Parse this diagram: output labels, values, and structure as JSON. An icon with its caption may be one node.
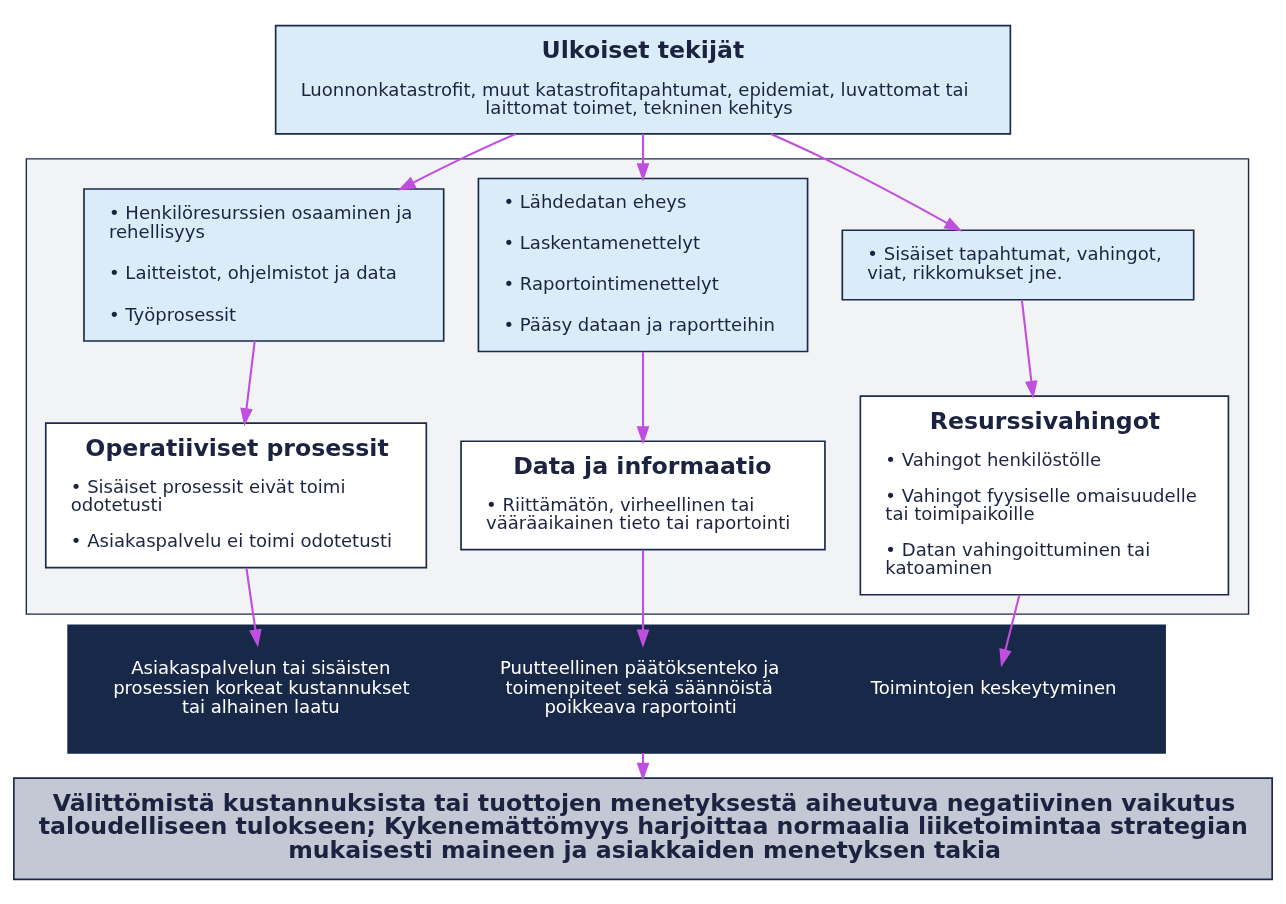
{
  "diagram": {
    "nodes": [
      {
        "text": [
          "Ulkoiset tekijät",
          "Luonnonkatastrofit, muut katastrofitapahtumat, epidemiat, luvattomat tai laittomat toimet, tekninen kehitys"
        ]
      },
      {
        "text": [],
        "shape": "box"
      },
      {
        "text": [
          "• Henkilöresurssien osaaminen ja rehellisyys",
          "• Laitteistot, ohjelmistot ja data",
          "• Työprosessit"
        ],
        "in": 1
      },
      {
        "text": [
          "Operatiiviset prosessit",
          "• Sisäiset prosessit eivät toimi odotetusti",
          "• Asiakaspalvelu ei toimi odotetusti"
        ],
        "in": 1
      },
      {
        "text": [
          "• Lähdedatan eheys",
          "• Laskentamenettelyt",
          "• Raportointimenettelyt",
          "• Pääsy dataan ja raportteihin"
        ],
        "in": 1
      },
      {
        "text": [
          "Data ja informaatio",
          "• Riittämätön, virheellinen tai vääräaikainen tieto tai raportointi"
        ],
        "in": 1
      },
      {
        "text": [
          "• Sisäiset tapahtumat, vahingot, viat, rikkomukset jne."
        ],
        "in": 1
      },
      {
        "text": [
          "Resurssivahingot",
          "• Vahingot henkilöstölle",
          "• Vahingot fyysiselle omaisuudelle tai toimipaikoille",
          "• Datan vahingoittuminen tai katoaminen"
        ],
        "in": 1
      },
      {
        "text": [],
        "shape": "bar"
      },
      {
        "text": [
          "Asiakaspalvelun tai sisäisten prosessien korkeat kustannukset tai alhainen laatu"
        ],
        "in": 8
      },
      {
        "text": [
          "Puutteellinen päätöksenteko ja toimenpiteet sekä säännöistä poikkeava raportointi"
        ],
        "in": 8
      },
      {
        "text": [
          "Toimintojen keskeytyminen"
        ],
        "in": 8
      },
      {
        "text": [
          "Välittömistä kustannuksista tai tuottojen menetyksestä aiheutuva negatiivinen vaikutus taloudelliseen tulokseen; Kykenemättömyys harjoittaa normaalia liiketoimintaa strategian mukaisesti maineen ja asiakkaiden menetyksen takia"
        ]
      }
    ],
    "edges": [
      {
        "from": 0,
        "to": 2,
        "arrow": "to"
      },
      {
        "from": 0,
        "to": 4,
        "arrow": "to"
      },
      {
        "from": 0,
        "to": 6,
        "arrow": "to"
      },
      {
        "from": 2,
        "to": 3,
        "arrow": "to"
      },
      {
        "from": 4,
        "to": 5,
        "arrow": "to"
      },
      {
        "from": 6,
        "to": 7,
        "arrow": "to"
      },
      {
        "from": 3,
        "to": 9,
        "arrow": "to"
      },
      {
        "from": 5,
        "to": 10,
        "arrow": "to"
      },
      {
        "from": 7,
        "to": 11,
        "arrow": "to"
      },
      {
        "from": 8,
        "to": 12,
        "arrow": "to"
      }
    ]
  }
}
